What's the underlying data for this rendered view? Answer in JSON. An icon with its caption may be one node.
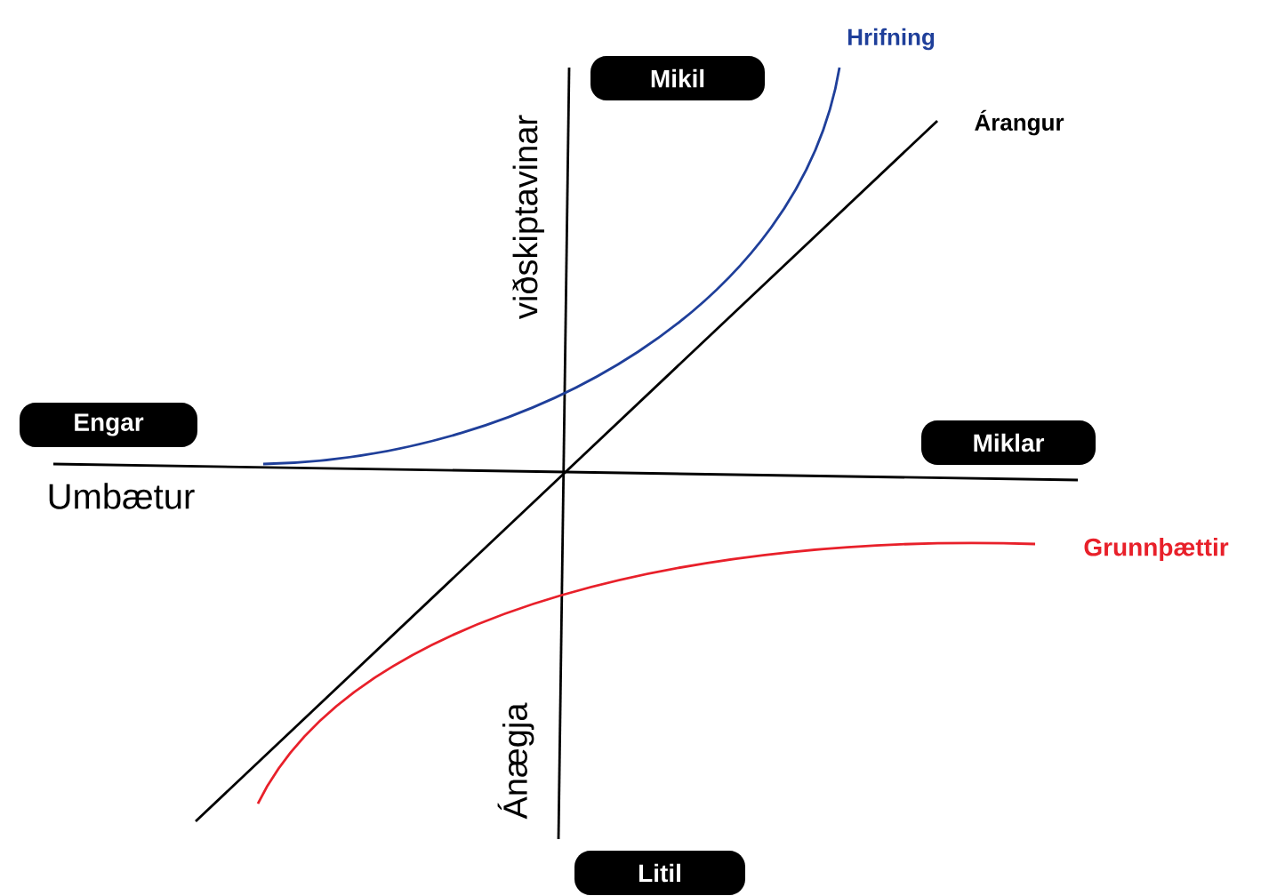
{
  "diagram": {
    "nodes": [
      {
        "text": [
          "Mikil"
        ]
      },
      {
        "text": [
          "Engar"
        ]
      },
      {
        "text": [
          "Miklar"
        ]
      },
      {
        "text": [
          "Litil"
        ]
      }
    ],
    "labels": [
      "Hrifning",
      "Árangur",
      "viðskiptavinar",
      "Umbætur",
      "Grunnþættir",
      "Ánægja"
    ]
  }
}
